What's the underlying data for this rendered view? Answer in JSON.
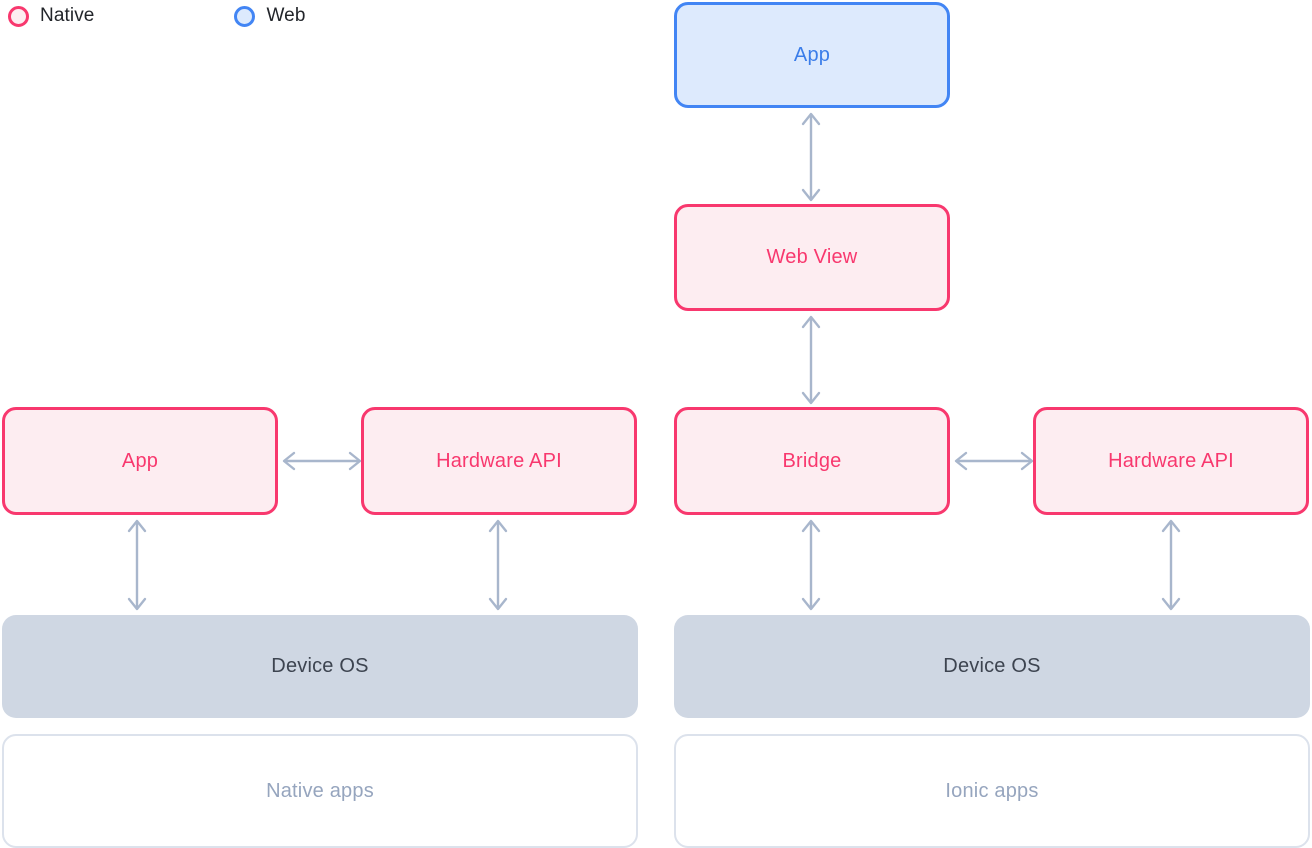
{
  "legend": {
    "items": [
      {
        "id": "native",
        "label": "Native",
        "color": "#F8386E",
        "fill": "#FDEDF1",
        "icon": "circle-outline-icon"
      },
      {
        "id": "web",
        "label": "Web",
        "color": "#4285F4",
        "fill": "#DDEAFD",
        "icon": "circle-outline-icon"
      }
    ]
  },
  "colors": {
    "native_border": "#F8386E",
    "native_fill": "#FDEDF1",
    "web_border": "#4285F4",
    "web_fill": "#DDEAFD",
    "os_fill": "#CFD7E3",
    "os_text": "#3D4450",
    "ghost_border": "#DCE2EC",
    "ghost_text": "#96A5BE",
    "arrow": "#A8B6CC",
    "background": "#FFFFFF"
  },
  "columns": [
    {
      "id": "native-column",
      "caption": "Native apps",
      "nodes": [
        {
          "id": "native-app",
          "label": "App",
          "kind": "native"
        },
        {
          "id": "native-hardware-api",
          "label": "Hardware API",
          "kind": "native"
        },
        {
          "id": "native-device-os",
          "label": "Device OS",
          "kind": "os"
        }
      ]
    },
    {
      "id": "ionic-column",
      "caption": "Ionic apps",
      "nodes": [
        {
          "id": "ionic-app",
          "label": "App",
          "kind": "web"
        },
        {
          "id": "ionic-web-view",
          "label": "Web View",
          "kind": "native"
        },
        {
          "id": "ionic-bridge",
          "label": "Bridge",
          "kind": "native"
        },
        {
          "id": "ionic-hardware-api",
          "label": "Hardware API",
          "kind": "native"
        },
        {
          "id": "ionic-device-os",
          "label": "Device OS",
          "kind": "os"
        }
      ]
    }
  ],
  "connections": [
    {
      "id": "app-to-web-view",
      "from": "ionic-app",
      "to": "ionic-web-view",
      "direction": "bidirectional",
      "orientation": "vertical"
    },
    {
      "id": "web-view-to-bridge",
      "from": "ionic-web-view",
      "to": "ionic-bridge",
      "direction": "bidirectional",
      "orientation": "vertical"
    },
    {
      "id": "bridge-to-hardware-api",
      "from": "ionic-bridge",
      "to": "ionic-hardware-api",
      "direction": "bidirectional",
      "orientation": "horizontal"
    },
    {
      "id": "bridge-to-device-os",
      "from": "ionic-bridge",
      "to": "ionic-device-os",
      "direction": "bidirectional",
      "orientation": "vertical"
    },
    {
      "id": "ionic-hardware-api-to-device-os",
      "from": "ionic-hardware-api",
      "to": "ionic-device-os",
      "direction": "bidirectional",
      "orientation": "vertical"
    },
    {
      "id": "native-app-to-hardware-api",
      "from": "native-app",
      "to": "native-hardware-api",
      "direction": "bidirectional",
      "orientation": "horizontal"
    },
    {
      "id": "native-app-to-device-os",
      "from": "native-app",
      "to": "native-device-os",
      "direction": "bidirectional",
      "orientation": "vertical"
    },
    {
      "id": "native-hardware-api-to-device-os",
      "from": "native-hardware-api",
      "to": "native-device-os",
      "direction": "bidirectional",
      "orientation": "vertical"
    }
  ]
}
